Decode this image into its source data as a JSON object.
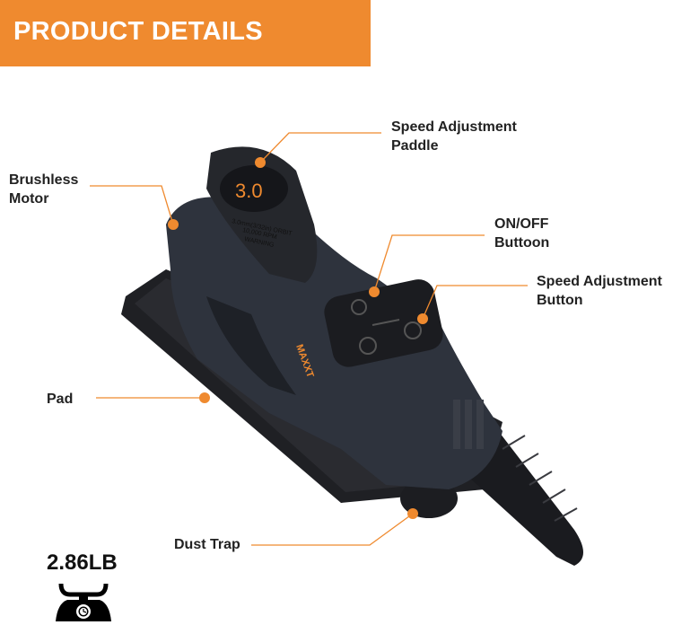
{
  "banner": {
    "title": "PRODUCT DETAILS"
  },
  "callouts": {
    "paddle": {
      "line1": "Speed Adjustment",
      "line2": "Paddle"
    },
    "motor": {
      "line1": "Brushless",
      "line2": "Motor"
    },
    "onoff": {
      "line1": "ON/OFF",
      "line2": "Buttoon"
    },
    "speed_button": {
      "line1": "Speed Adjustment",
      "line2": "Button"
    },
    "pad": {
      "line1": "Pad"
    },
    "dust": {
      "line1": "Dust Trap"
    }
  },
  "product": {
    "display_value": "3.0",
    "paddle_text": [
      "3.0mm(3/32in) ORBIT",
      "10,000 RPM",
      "WARNING"
    ],
    "brand": "MAXXT"
  },
  "weight": {
    "value": "2.86LB",
    "icon": "scale-icon"
  },
  "colors": {
    "accent": "#ef8a2f",
    "body": "#2e333d"
  }
}
